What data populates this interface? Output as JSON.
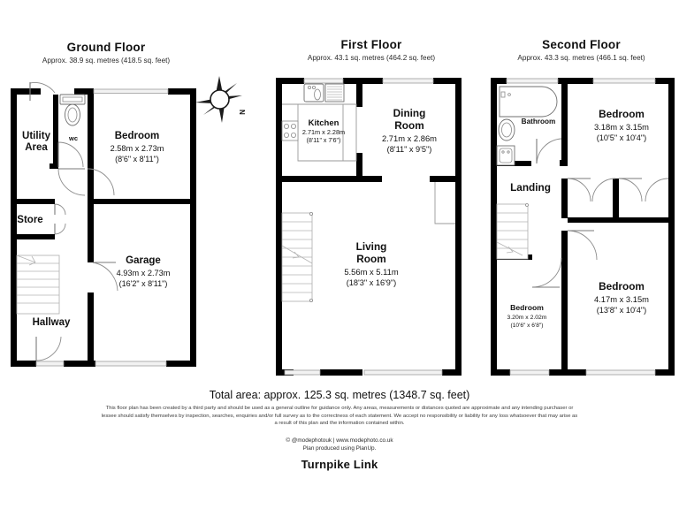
{
  "document": {
    "brand": "Turnpike Link",
    "total_area": "Total area: approx. 125.3 sq. metres (1348.7 sq. feet)",
    "disclaimer": "This floor plan has been created by a third party and should be used as a general outline for guidance only. Any areas, measurements or distances quoted are approximate and any intending purchaser or lessee should satisfy themselves by inspection, searches, enquiries and/or full survey as to the correctness of each statement. We accept no responsibility or liability for any loss whatsoever that may arise as a result of this plan and the information contained within.",
    "credit_line_1": "© @modephotouk | www.modephoto.co.uk",
    "credit_line_2": "Plan produced using PlanUp.",
    "compass_label": "N"
  },
  "floors": [
    {
      "id": "ground",
      "title": "Ground Floor",
      "subtitle": "Approx. 38.9 sq. metres (418.5 sq. feet)",
      "rooms": [
        {
          "name": "Utility\nArea",
          "name_line1": "Utility",
          "name_line2": "Area",
          "metric": "",
          "imperial": ""
        },
        {
          "name": "wc",
          "metric": "",
          "imperial": ""
        },
        {
          "name": "Bedroom",
          "metric": "2.58m x 2.73m",
          "imperial": "(8'6\" x 8'11\")"
        },
        {
          "name": "Store",
          "metric": "",
          "imperial": ""
        },
        {
          "name": "Garage",
          "metric": "4.93m x 2.73m",
          "imperial": "(16'2\" x 8'11\")"
        },
        {
          "name": "Hallway",
          "metric": "",
          "imperial": ""
        }
      ]
    },
    {
      "id": "first",
      "title": "First Floor",
      "subtitle": "Approx. 43.1 sq. metres (464.2 sq. feet)",
      "rooms": [
        {
          "name": "Kitchen",
          "metric": "2.71m x 2.28m",
          "imperial": "(8'11\" x 7'6\")"
        },
        {
          "name_line1": "Dining",
          "name_line2": "Room",
          "metric": "2.71m x 2.86m",
          "imperial": "(8'11\" x 9'5\")"
        },
        {
          "name_line1": "Living",
          "name_line2": "Room",
          "metric": "5.56m x 5.11m",
          "imperial": "(18'3\" x 16'9\")"
        }
      ]
    },
    {
      "id": "second",
      "title": "Second Floor",
      "subtitle": "Approx. 43.3 sq. metres (466.1 sq. feet)",
      "rooms": [
        {
          "name": "Bathroom",
          "metric": "",
          "imperial": ""
        },
        {
          "name": "Bedroom",
          "metric": "3.18m x 3.15m",
          "imperial": "(10'5\" x 10'4\")"
        },
        {
          "name": "Landing",
          "metric": "",
          "imperial": ""
        },
        {
          "name": "Bedroom",
          "metric": "4.17m x 3.15m",
          "imperial": "(13'8\" x 10'4\")"
        },
        {
          "name": "Bedroom",
          "metric": "3.20m x 2.02m",
          "imperial": "(10'6\" x 6'8\")"
        }
      ]
    }
  ],
  "labels": {
    "ground": {
      "utility_1": "Utility",
      "utility_2": "Area",
      "wc": "wc",
      "bedroom": "Bedroom",
      "bedroom_m": "2.58m x 2.73m",
      "bedroom_i": "(8'6\" x 8'11\")",
      "store": "Store",
      "garage": "Garage",
      "garage_m": "4.93m x 2.73m",
      "garage_i": "(16'2\" x 8'11\")",
      "hallway": "Hallway"
    },
    "first": {
      "kitchen": "Kitchen",
      "kitchen_m": "2.71m x 2.28m",
      "kitchen_i": "(8'11\" x 7'6\")",
      "dining_1": "Dining",
      "dining_2": "Room",
      "dining_m": "2.71m x 2.86m",
      "dining_i": "(8'11\" x 9'5\")",
      "living_1": "Living",
      "living_2": "Room",
      "living_m": "5.56m x 5.11m",
      "living_i": "(18'3\" x 16'9\")"
    },
    "second": {
      "bathroom": "Bathroom",
      "landing": "Landing",
      "bed_front": "Bedroom",
      "bed_front_m": "3.18m x 3.15m",
      "bed_front_i": "(10'5\" x 10'4\")",
      "bed_rear": "Bedroom",
      "bed_rear_m": "4.17m x 3.15m",
      "bed_rear_i": "(13'8\" x 10'4\")",
      "bed_small": "Bedroom",
      "bed_small_m": "3.20m x 2.02m",
      "bed_small_i": "(10'6\" x 6'8\")"
    }
  },
  "colors": {
    "wall": "#000000",
    "paper": "#ffffff",
    "text": "#111111",
    "fixture_stroke": "#6f6f6f",
    "window_fill": "#f2f2f2"
  }
}
